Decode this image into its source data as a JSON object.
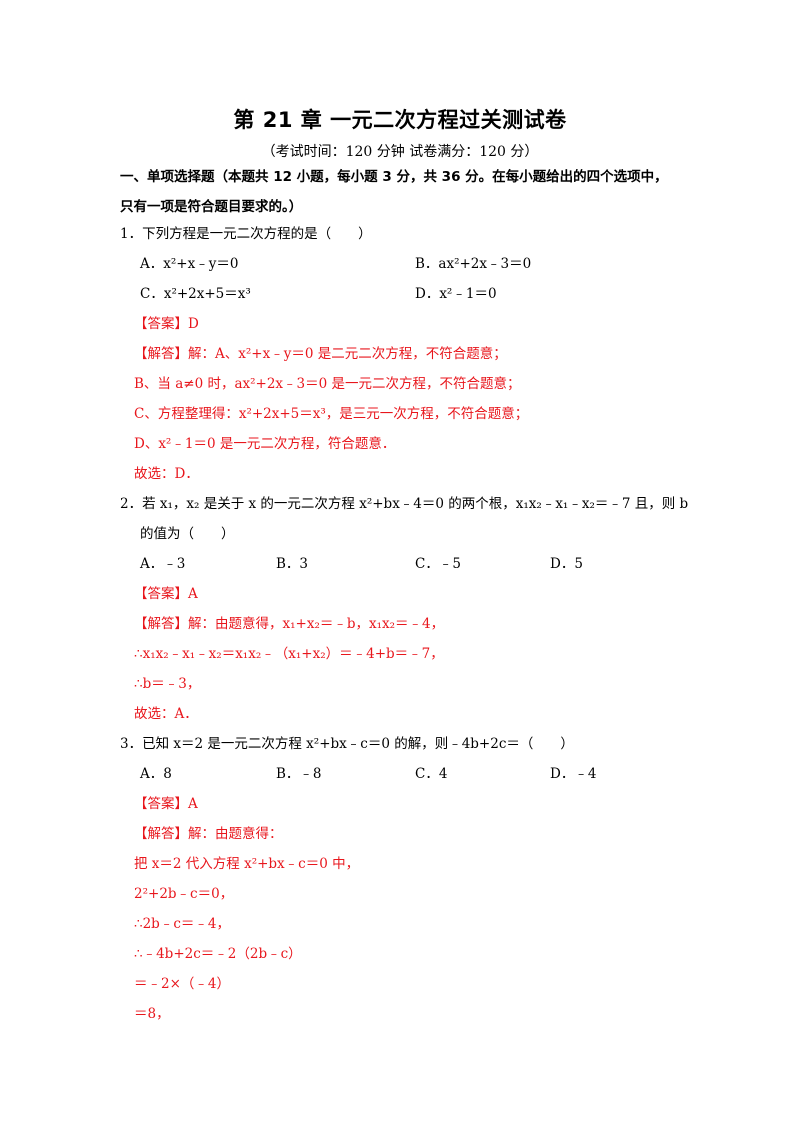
{
  "header": {
    "title": "第 21 章 一元二次方程过关测试卷",
    "subtitle": "（考试时间：120 分钟 试卷满分：120 分）"
  },
  "section": {
    "line1": "一、单项选择题（本题共 12 小题，每小题 3 分，共 36 分。在每小题给出的四个选项中，",
    "line2": "只有一项是符合题目要求的。）"
  },
  "q1": {
    "stem": "1．下列方程是一元二次方程的是（　　）",
    "options": {
      "A": "A．x²+x﹣y＝0",
      "B": "B．ax²+2x﹣3＝0",
      "C": "C．x²+2x+5＝x³",
      "D": "D．x²﹣1＝0"
    },
    "answer": "【答案】D",
    "explain": [
      "【解答】解：A、x²+x﹣y＝0 是二元二次方程，不符合题意；",
      "B、当 a≠0 时，ax²+2x﹣3＝0 是一元二次方程，不符合题意；",
      "C、方程整理得：x²+2x+5＝x³，是三元一次方程，不符合题意；",
      "D、x²﹣1＝0 是一元二次方程，符合题意．",
      "故选：D．"
    ]
  },
  "q2": {
    "stem1": "2．若 x₁，x₂ 是关于 x 的一元二次方程 x²+bx﹣4＝0 的两个根，x₁x₂﹣x₁﹣x₂＝﹣7 且，则 b",
    "stem2": "的值为（　　）",
    "options": {
      "A": "A．﹣3",
      "B": "B．3",
      "C": "C．﹣5",
      "D": "D．5"
    },
    "answer": "【答案】A",
    "explain": [
      "【解答】解：由题意得，x₁+x₂＝﹣b，x₁x₂＝﹣4，",
      "∴x₁x₂﹣x₁﹣x₂＝x₁x₂﹣（x₁+x₂）＝﹣4+b＝﹣7，",
      "∴b＝﹣3，",
      "故选：A．"
    ]
  },
  "q3": {
    "stem": "3．已知 x＝2 是一元二次方程 x²+bx﹣c＝0 的解，则﹣4b+2c＝（　　）",
    "options": {
      "A": "A．8",
      "B": "B．﹣8",
      "C": "C．4",
      "D": "D．﹣4"
    },
    "answer": "【答案】A",
    "explain": [
      "【解答】解：由题意得：",
      "把 x＝2 代入方程 x²+bx﹣c＝0 中，",
      "2²+2b﹣c＝0，",
      "∴2b﹣c＝﹣4，",
      "∴﹣4b+2c＝﹣2（2b﹣c）",
      "＝﹣2×（﹣4）",
      "＝8，"
    ]
  }
}
